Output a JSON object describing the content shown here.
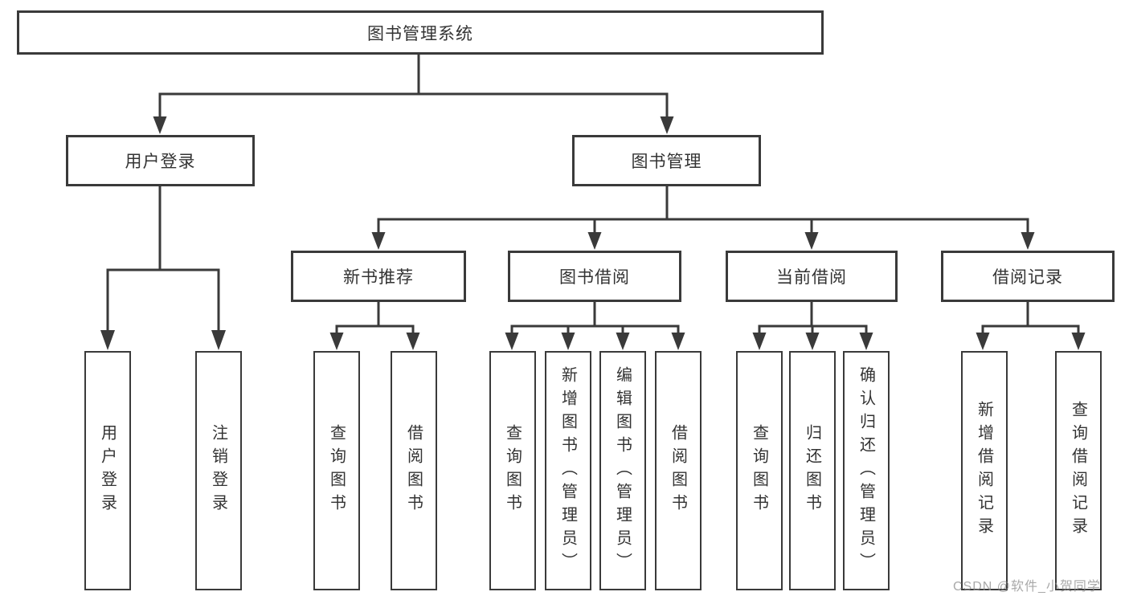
{
  "diagram": {
    "root": {
      "label": "图书管理系统"
    },
    "level1": [
      {
        "label": "用户登录"
      },
      {
        "label": "图书管理"
      }
    ],
    "level2": [
      {
        "label": "新书推荐"
      },
      {
        "label": "图书借阅"
      },
      {
        "label": "当前借阅"
      },
      {
        "label": "借阅记录"
      }
    ],
    "leaves": {
      "user_login": [
        "用户登录",
        "注销登录"
      ],
      "new_book": [
        "查询图书",
        "借阅图书"
      ],
      "book_borrow": [
        "查询图书",
        "新增图书（管理员）",
        "编辑图书（管理员）",
        "借阅图书"
      ],
      "current_borrow": [
        "查询图书",
        "归还图书",
        "确认归还（管理员）"
      ],
      "records": [
        "新增借阅记录",
        "查询借阅记录"
      ]
    }
  },
  "watermark": "CSDN @软件_小贺同学",
  "colors": {
    "line": "#3a3a3a",
    "text": "#333333",
    "watermark": "#8c8c8c",
    "background": "#ffffff"
  }
}
